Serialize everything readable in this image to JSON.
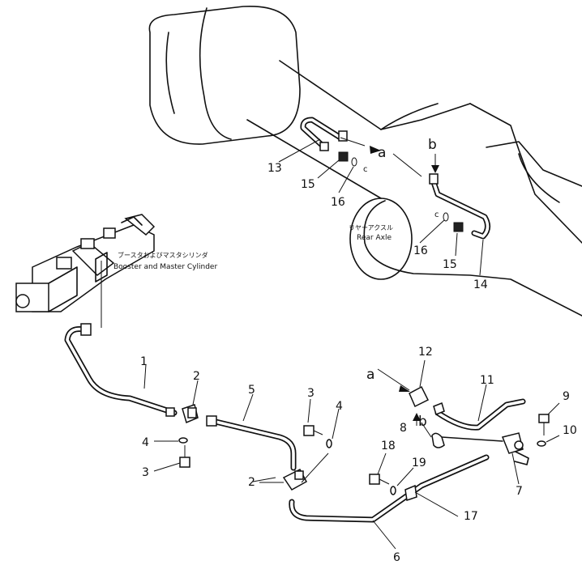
{
  "labels": {
    "booster_jp": "ブースタおよびマスタシリンダ",
    "booster_en": "Booster and Master Cylinder",
    "axle_jp": "リヤーアクスル",
    "axle_en": "Rear Axle"
  },
  "callouts": {
    "n1": "1",
    "n2a": "2",
    "n2b": "2",
    "n3a": "3",
    "n3b": "3",
    "n4a": "4",
    "n4b": "4",
    "n5": "5",
    "n6": "6",
    "n7": "7",
    "n8": "8",
    "n9": "9",
    "n10": "10",
    "n11": "11",
    "n12": "12",
    "n13": "13",
    "n14": "14",
    "n15a": "15",
    "n15b": "15",
    "n16a": "16",
    "n16b": "16",
    "n17": "17",
    "n18": "18",
    "n19": "19"
  },
  "refs": {
    "a_axle": "a",
    "b_axle": "b",
    "c_left": "c",
    "c_right": "c",
    "a_tee": "a",
    "b_tee": "b"
  }
}
